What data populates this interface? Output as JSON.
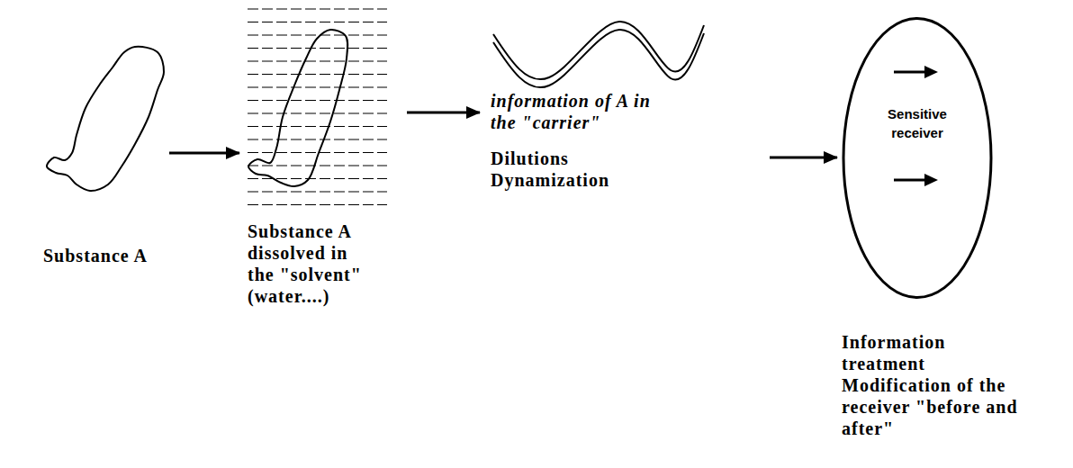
{
  "diagram": {
    "nodes": [
      {
        "text": [
          "Substance A"
        ]
      },
      {
        "text": [
          "Substance A dissolved in the \"solvent\" (water....)"
        ]
      },
      {
        "text": [
          "information of A in the \"carrier\"",
          "Dilutions Dynamization"
        ]
      },
      {
        "text": [
          "Sensitive receiver",
          "Information treatment Modification of the receiver \"before and after\""
        ]
      }
    ],
    "edges": [
      {
        "from": 0,
        "to": 1,
        "arrow": "to"
      },
      {
        "from": 1,
        "to": 2,
        "arrow": "to"
      },
      {
        "from": 2,
        "to": 3,
        "arrow": "to"
      }
    ]
  }
}
